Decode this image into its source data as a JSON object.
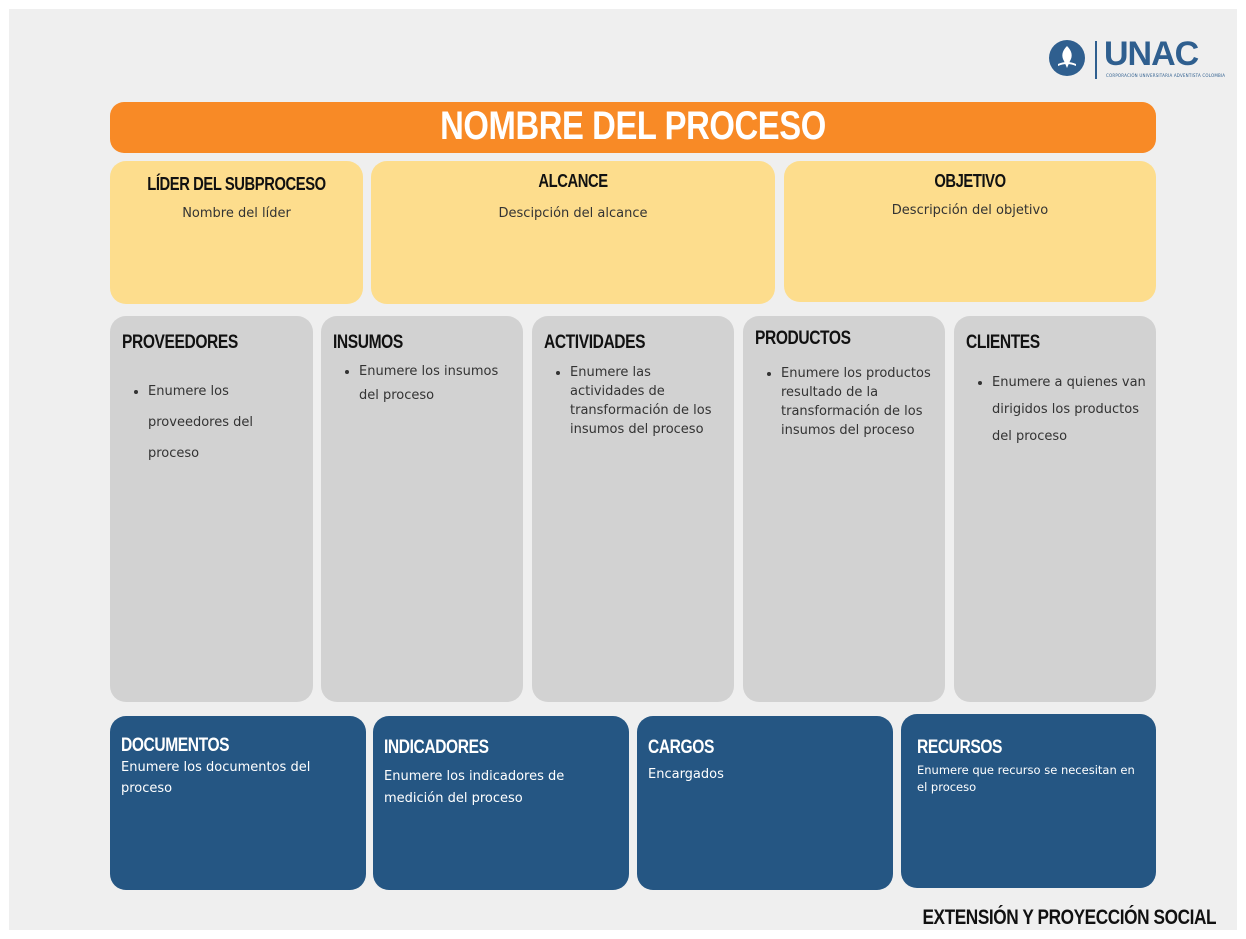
{
  "logo": {
    "name": "UNAC",
    "subtitle": "CORPORACIÓN UNIVERSITARIA ADVENTISTA COLOMBIA"
  },
  "title": "NOMBRE DEL PROCESO",
  "top_boxes": [
    {
      "heading": "LÍDER DEL SUBPROCESO",
      "text": "Nombre del líder"
    },
    {
      "heading": "ALCANCE",
      "text": "Descipción del alcance"
    },
    {
      "heading": "OBJETIVO",
      "text": "Descripción del objetivo"
    }
  ],
  "columns": [
    {
      "heading": "PROVEEDORES",
      "items": [
        "Enumere los proveedores del proceso"
      ]
    },
    {
      "heading": "INSUMOS",
      "items": [
        "Enumere los insumos del proceso"
      ]
    },
    {
      "heading": "ACTIVIDADES",
      "items": [
        "Enumere las actividades de transformación de los insumos del proceso"
      ]
    },
    {
      "heading": "PRODUCTOS",
      "items": [
        "Enumere los productos resultado de la transformación de los insumos del proceso"
      ]
    },
    {
      "heading": "CLIENTES",
      "items": [
        "Enumere a quienes van dirigidos los productos del proceso"
      ]
    }
  ],
  "bottom_boxes": [
    {
      "heading": "DOCUMENTOS",
      "text": "Enumere los documentos del proceso"
    },
    {
      "heading": "INDICADORES",
      "text": "Enumere los indicadores de medición del proceso"
    },
    {
      "heading": "CARGOS",
      "text": "Encargados"
    },
    {
      "heading": "RECURSOS",
      "text": "Enumere que recurso se necesitan en el proceso"
    }
  ],
  "footer": "EXTENSIÓN Y PROYECCIÓN SOCIAL",
  "colors": {
    "title_bar": "#f88a26",
    "top_boxes": "#fddd8d",
    "columns": "#d2d2d2",
    "bottom_boxes": "#255683",
    "logo": "#2f5f8f"
  }
}
